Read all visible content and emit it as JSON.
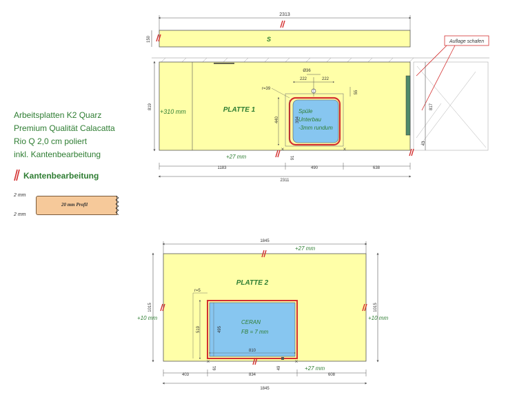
{
  "legend": {
    "line1": "Arbeitsplatten K2 Quarz",
    "line2": "Premium Qualität Calacatta",
    "line3": "Rio Q 2,0 cm poliert",
    "line4": "inkl. Kantenbearbeitung",
    "edge_title": "Kantenbearbeitung",
    "profile_label": "20 mm Profil",
    "top_mm": "2 mm",
    "bottom_mm": "2 mm"
  },
  "callout": {
    "text": "Auflage schafen"
  },
  "plate1": {
    "label": "PLATTE 1",
    "dim_top": "2313",
    "dim_bottom_total": "2311",
    "dim_segments": [
      "1183",
      "490",
      "638"
    ],
    "dim_left": "819",
    "dim_right": "817",
    "dim_strip": "150",
    "strip_letter": "S",
    "offset_left": "+310 mm",
    "offset_bottom": "+27 mm",
    "dim_small_43": "43",
    "sink": {
      "label_line1": "Spüle",
      "label_line2": "Unterbau",
      "label_line3": "-3mm rundum",
      "diameter": "Ø36",
      "dim_222a": "222",
      "dim_222b": "222",
      "dim_55": "55",
      "radius": "r=39",
      "dim_440": "440",
      "dim_394": "394",
      "dim_91": "91"
    }
  },
  "plate2": {
    "label": "PLATTE 2",
    "dim_top": "1845",
    "dim_bottom": "1845",
    "dim_left": "1015",
    "dim_right": "1015",
    "offset_top": "+27 mm",
    "offset_left": "+10 mm",
    "offset_right": "+10 mm",
    "offset_bottom": "+27 mm",
    "dim_segments": [
      "403",
      "834",
      "608"
    ],
    "hob": {
      "label_line1": "CERAN",
      "label_line2": "FB = 7 mm",
      "radius": "r=5",
      "dim_519": "519",
      "dim_495": "495",
      "dim_810": "810",
      "dim_61": "61",
      "dim_49": "49"
    }
  },
  "colors": {
    "plate": "#ffffa8",
    "cutout": "#87c6f0",
    "edge": "#d32f2f",
    "text_green": "#2e7d32",
    "line": "#555555"
  }
}
